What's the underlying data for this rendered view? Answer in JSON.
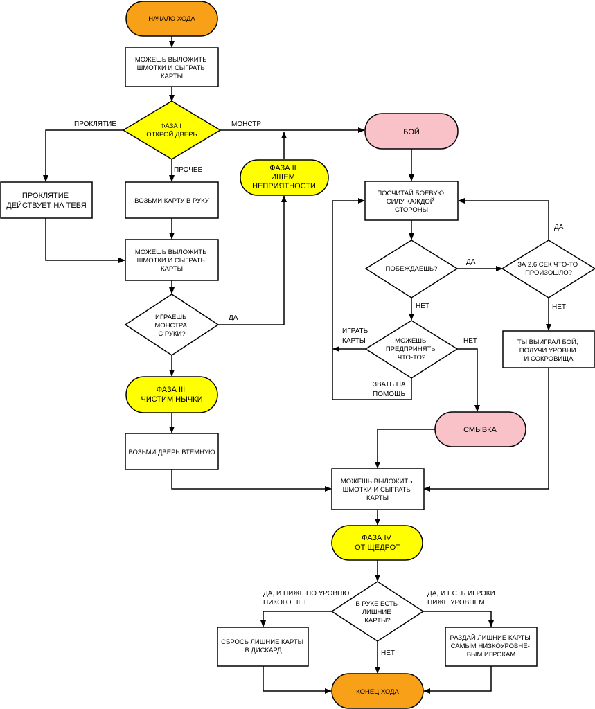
{
  "colors": {
    "orange": "#f9a019",
    "yellow": "#ffff00",
    "pink": "#f8c2c8",
    "white": "#ffffff",
    "stroke": "#000000"
  },
  "nodes": {
    "start_turn": "НАЧАЛО ХОДА",
    "play_cards_1": [
      "МОЖЕШЬ ВЫЛОЖИТЬ",
      "ШМОТКИ И СЫГРАТЬ",
      "КАРТЫ"
    ],
    "phase1": [
      "ФАЗА I",
      "ОТКРОЙ ДВЕРЬ"
    ],
    "curse_applies": [
      "ПРОКЛЯТИЕ",
      "ДЕЙСТВУЕТ НА ТЕБЯ"
    ],
    "take_card": "ВОЗЬМИ КАРТУ В РУКУ",
    "play_cards_2": [
      "МОЖЕШЬ ВЫЛОЖИТЬ",
      "ШМОТКИ И СЫГРАТЬ",
      "КАРТЫ"
    ],
    "play_monster_q": [
      "ИГРАЕШЬ",
      "МОНСТРА",
      "С РУКИ?"
    ],
    "phase2": [
      "ФАЗА II",
      "ИЩЕМ",
      "НЕПРИЯТНОСТИ"
    ],
    "phase3": [
      "ФАЗА III",
      "ЧИСТИМ НЫЧКИ"
    ],
    "take_door": "ВОЗЬМИ ДВЕРЬ ВТЕМНУЮ",
    "fight": "БОЙ",
    "count_power": [
      "ПОСЧИТАЙ БОЕВУЮ",
      "СИЛУ КАЖДОЙ",
      "СТОРОНЫ"
    ],
    "winning_q": "ПОБЕЖДАЕШЬ?",
    "something_q": [
      "ЗА 2.6 СЕК ЧТО-ТО",
      "ПРОИЗОШЛО?"
    ],
    "won": [
      "ТЫ ВЫИГРАЛ БОЙ,",
      "ПОЛУЧИ УРОВНИ",
      "И СОКРОВИЩА"
    ],
    "can_do_q": [
      "МОЖЕШЬ",
      "ПРЕДПРИНЯТЬ",
      "ЧТО-ТО?"
    ],
    "flee": "СМЫВКА",
    "play_cards_3": [
      "МОЖЕШЬ ВЫЛОЖИТЬ",
      "ШМОТКИ И СЫГРАТЬ",
      "КАРТЫ"
    ],
    "phase4": [
      "ФАЗА IV",
      "ОТ ЩЕДРОТ"
    ],
    "extra_cards_q": [
      "В РУКЕ ЕСТЬ",
      "ЛИШНИЕ",
      "КАРТЫ?"
    ],
    "discard": [
      "СБРОСЬ ЛИШНИЕ КАРТЫ",
      "В ДИСКАРД"
    ],
    "give_away": [
      "РАЗДАЙ ЛИШНИЕ КАРТЫ",
      "САМЫМ НИЗКОУРОВНЕ-",
      "ВЫМ ИГРОКАМ"
    ],
    "end_turn": "КОНЕЦ ХОДА"
  },
  "edge_labels": {
    "curse": "ПРОКЛЯТИЕ",
    "monster": "МОНСТР",
    "other": "ПРОЧЕЕ",
    "yes_monster": "ДА",
    "yes_win": "ДА",
    "yes_something": "ДА",
    "no_win": "НЕТ",
    "no_something": "НЕТ",
    "play_cards": [
      "ИГРАТЬ",
      "КАРТЫ"
    ],
    "call_help": [
      "ЗВАТЬ НА",
      "ПОМОЩЬ"
    ],
    "no_can_do": "НЕТ",
    "yes_no_lower": [
      "ДА, И НИЖЕ ПО УРОВНЮ",
      "НИКОГО НЕТ"
    ],
    "yes_lower": [
      "ДА, И ЕСТЬ ИГРОКИ",
      "НИЖЕ УРОВНЕМ"
    ],
    "no_extra": "НЕТ"
  }
}
